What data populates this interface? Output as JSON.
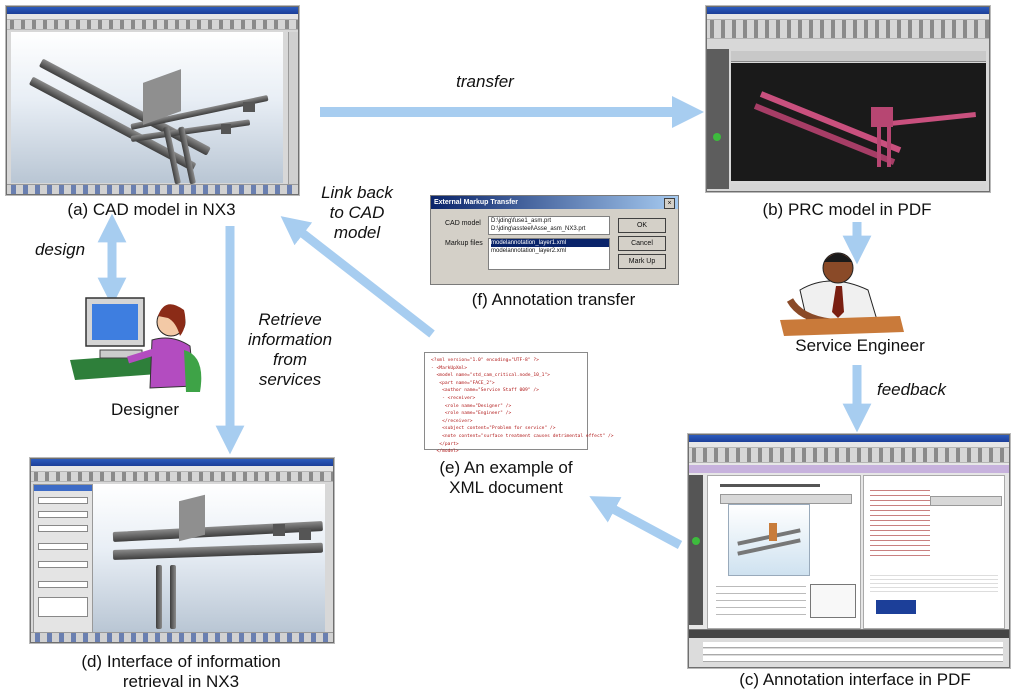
{
  "captions": {
    "a": "(a) CAD model in NX3",
    "b": "(b) PRC model in PDF",
    "c": "(c) Annotation interface in PDF",
    "d_line1": "(d) Interface of information",
    "d_line2": "retrieval in NX3",
    "e_line1": "(e) An example of",
    "e_line2": "XML document",
    "f": "(f) Annotation transfer"
  },
  "actors": {
    "designer": "Designer",
    "service_engineer": "Service Engineer"
  },
  "arrow_labels": {
    "transfer": "transfer",
    "design": "design",
    "link_back_line1": "Link back",
    "link_back_line2": "to CAD",
    "link_back_line3": "model",
    "retrieve_line1": "Retrieve",
    "retrieve_line2": "information",
    "retrieve_line3": "from",
    "retrieve_line4": "services",
    "feedback": "feedback"
  },
  "dialog": {
    "title": "External Markup Transfer",
    "cad_model_label": "CAD model",
    "markup_files_label": "Markup files",
    "cad_model_value_1": "D:\\jding\\fuse1_asm.prt",
    "cad_model_value_2": "D:\\jding\\assteel\\Asse_asm_NX3.prt",
    "markup_file_1": "modelannotation_layer1.xml",
    "markup_file_2": "modelannotation_layer2.xml",
    "ok": "OK",
    "cancel": "Cancel",
    "markup": "Mark Up"
  },
  "colors": {
    "arrow": "#a7cdf0",
    "nx_background": "#e8eef5",
    "pdf_background": "#1a1a1a",
    "prc_model": "#c9507e"
  }
}
